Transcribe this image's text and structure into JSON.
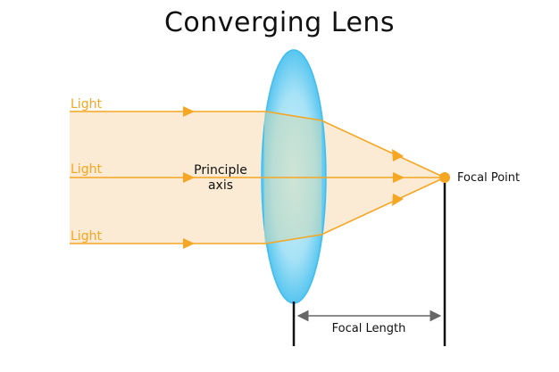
{
  "title": "Converging Lens",
  "labels": {
    "light_top": "Light",
    "light_mid": "Light",
    "light_bottom": "Light",
    "axis_line1": "Principle",
    "axis_line2": "axis",
    "focal_point": "Focal Point",
    "focal_length": "Focal Length"
  },
  "colors": {
    "ray": "#f5a623",
    "beam_fill": "#fbe9cf",
    "focal_dot": "#f5a623",
    "lens_edge": "#5ecbf0",
    "lens_center": "#c4ecf8"
  }
}
